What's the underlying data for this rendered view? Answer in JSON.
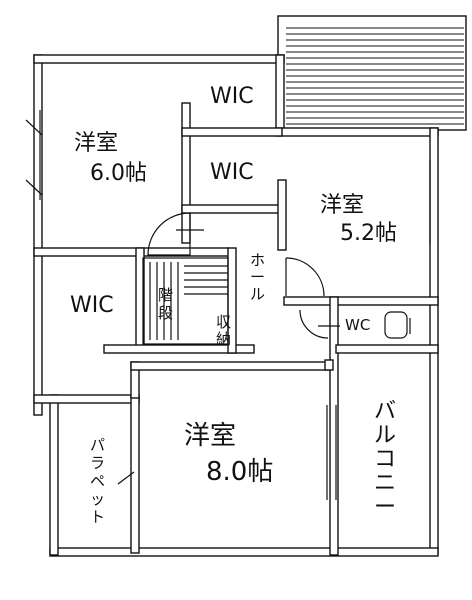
{
  "rooms": {
    "room_6": {
      "name": "洋室",
      "size": "6.0帖"
    },
    "room_52": {
      "name": "洋室",
      "size": "5.2帖"
    },
    "room_8": {
      "name": "洋室",
      "size": "8.0帖"
    },
    "wic_1": "WIC",
    "wic_2": "WIC",
    "wic_3": "WIC",
    "hall": [
      "ホ",
      "ー",
      "ル"
    ],
    "stairs": [
      "階",
      "段"
    ],
    "storage": [
      "収",
      "納"
    ],
    "wc": "WC",
    "balcony": [
      "バ",
      "ル",
      "コ",
      "ニ",
      "ー"
    ],
    "parapet": [
      "パ",
      "ラ",
      "ペ",
      "ッ",
      "ト"
    ]
  }
}
